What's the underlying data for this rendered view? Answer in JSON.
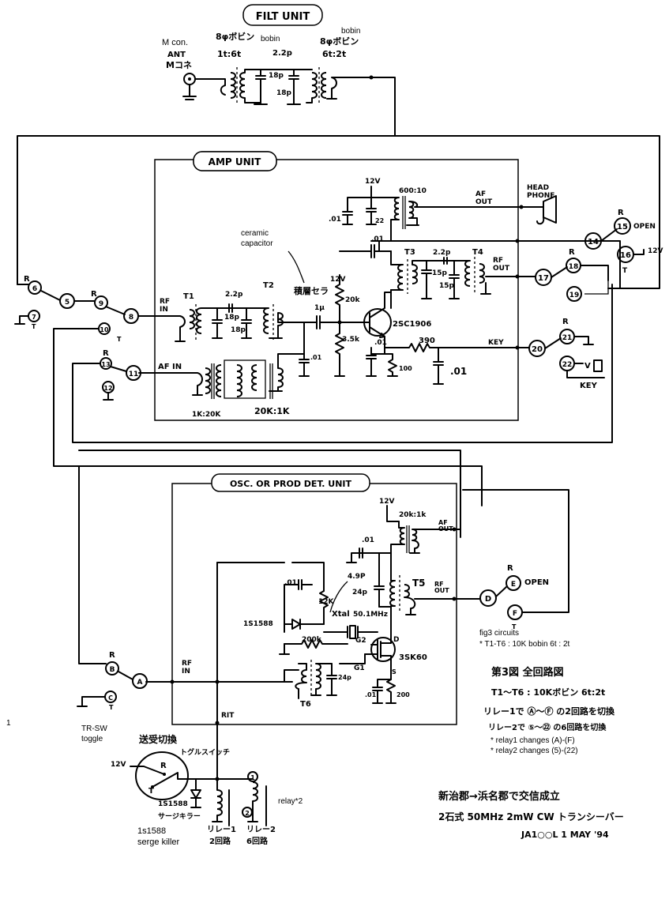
{
  "units": {
    "filt": "FILT UNIT",
    "amp": "AMP UNIT",
    "osc": "OSC. OR PROD DET. UNIT"
  },
  "filt": {
    "mcon_label": "M con.",
    "ant": "ANT",
    "mcon_jp": "Mコネ",
    "bobbin1_jp": "8φボビン",
    "bobbin1_en": "bobin",
    "bobbin1_turns": "1t:6t",
    "bobbin2_en": "bobin",
    "bobbin2_jp": "8φボビン",
    "bobbin2_turns": "6t:2t",
    "cap_couple": "2.2p",
    "cap_a": "18p",
    "cap_b": "18p"
  },
  "amp": {
    "v12": "12V",
    "tr_ratio": "600:10",
    "c01": ".01",
    "c01b": ".01",
    "c01c": ".01",
    "c01d": ".01",
    "c01e": ".01",
    "c22": "22",
    "af_out": "AF\nOUT",
    "af_out_a": "AF",
    "af_out_b": "OUT",
    "headphone_a": "HEAD",
    "headphone_b": "PHONE",
    "t3": "T3",
    "t4": "T4",
    "cap_t34": "2.2p",
    "cap_15a": "15p",
    "cap_15b": "15p",
    "rf_out_a": "RF",
    "rf_out_b": "OUT",
    "rf_in_a": "RF",
    "rf_in_b": "IN",
    "t1": "T1",
    "t2": "T2",
    "cap_t12": "2.2p",
    "cap_18a": "18p",
    "cap_18b": "18p",
    "ceramic_a": "ceramic",
    "ceramic_b": "capacitor",
    "ceramic_jp": "積層セラ",
    "cap_1u": "1μ",
    "r20k": "20k",
    "r35k": "3.5k",
    "transistor": "2SC1906",
    "r390": "390",
    "r100": "100",
    "key": "KEY",
    "af_in": "AF IN",
    "ratio1": "1K:20K",
    "ratio2": "20K:1K",
    "v12b": "12V"
  },
  "osc": {
    "v12": "12V",
    "ratio": "20k:1k",
    "af_out_a": "AF",
    "af_out_b": "OUT",
    "c01a": ".01",
    "c01b": ".01",
    "c01c": ".01",
    "c49": "4.9P",
    "c24": "24p",
    "c24b": "24p",
    "t5": "T5",
    "t6": "T6",
    "rf_out_a": "RF",
    "rf_out_b": "OUT",
    "r12k": "12K",
    "diode": "1S1588",
    "xtal": "Xtal",
    "freq": "50.1MHz",
    "r200k": "200k",
    "g2": "G2",
    "g1": "G1",
    "d": "D",
    "s": "S",
    "fet": "3SK60",
    "r200": "200",
    "rf_in_a": "RF",
    "rf_in_b": "IN",
    "rit": "RIT"
  },
  "relay": {
    "tr_sw": "TR-SW",
    "toggle": "toggle",
    "jp_title": "送受切換",
    "jp_sub": "トグルスイッチ",
    "v12": "12V",
    "diode": "1S1588",
    "serge_jp": "サージキラー",
    "serge_a": "1s1588",
    "serge_b": "serge killer",
    "relay_note": "relay*2",
    "relay1_jp": "リレー1",
    "relay1_ckt": "2回路",
    "relay2_jp": "リレー2",
    "relay2_ckt": "6回路"
  },
  "nodes": {
    "n1": "1",
    "n2": "2",
    "n5": "5",
    "n6": "6",
    "n7": "7",
    "n8": "8",
    "n9": "9",
    "n10": "10",
    "n11": "11",
    "n12": "12",
    "n13": "13",
    "n14": "14",
    "n15": "15",
    "n16": "16",
    "n17": "17",
    "n18": "18",
    "n19": "19",
    "n20": "20",
    "n21": "21",
    "n22": "22",
    "na": "A",
    "nb": "B",
    "nc": "C",
    "nd": "D",
    "ne": "E",
    "nf": "F",
    "r": "R",
    "t": "T",
    "open": "OPEN",
    "v": "V",
    "key": "KEY"
  },
  "notes": {
    "fig3_a": "fig3 circuits",
    "fig3_b": "* T1-T6 : 10K bobin 6t : 2t",
    "relay1_changes": "* relay1 changes (A)-(F)",
    "relay2_changes": "* relay2 changes (5)-(22)",
    "jp_title": "第3図 全回路図",
    "jp_t16": "T1〜T6 : 10Kボビン 6t:2t",
    "jp_relay1": "リレー1で Ⓐ〜Ⓕ の2回路を切換",
    "jp_relay2": "リレー2で ⑤〜㉒ の6回路を切換",
    "credit1": "新治郡→浜名郡で交信成立",
    "credit2": "2石式   50MHz 2mW CW トランシーバー",
    "credit3": "JA1○○L   1 MAY '94",
    "margin_mark": "1"
  }
}
